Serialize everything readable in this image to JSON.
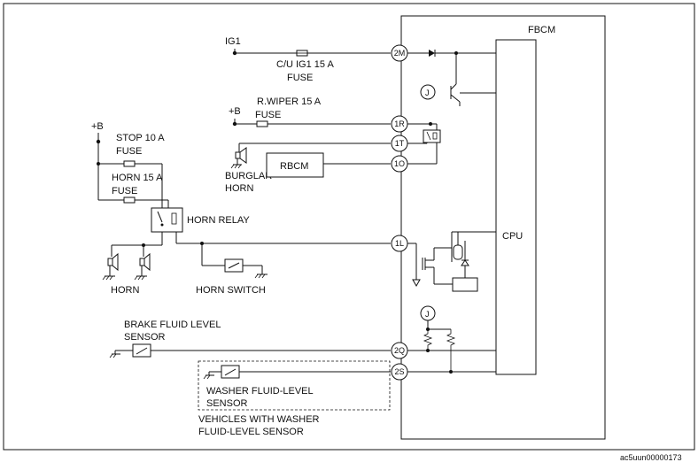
{
  "diagram": {
    "module_name": "FBCM",
    "cpu_label": "CPU",
    "pins": {
      "p2m": "2M",
      "p1r": "1R",
      "p1t": "1T",
      "p1o": "1O",
      "p1l": "1L",
      "p2q": "2Q",
      "p2s": "2S"
    },
    "ig1_label": "IG1",
    "fuse_ig1": [
      "C/U IG1 15 A",
      "FUSE"
    ],
    "plus_b_label": "+B",
    "fuse_rwiper": [
      "R.WIPER 15 A",
      "FUSE"
    ],
    "fuse_stop": [
      "STOP 10 A",
      "FUSE"
    ],
    "fuse_horn": [
      "HORN 15 A",
      "FUSE"
    ],
    "burglar_horn": [
      "BURGLAR",
      "HORN"
    ],
    "rbcm_label": "RBCM",
    "horn_relay_label": "HORN RELAY",
    "horn_label": "HORN",
    "horn_switch_label": "HORN SWITCH",
    "brake_sensor": [
      "BRAKE FLUID LEVEL",
      "SENSOR"
    ],
    "washer_sensor": [
      "WASHER FLUID-LEVEL",
      "SENSOR"
    ],
    "vehicles_note": [
      "VEHICLES WITH WASHER",
      "FLUID-LEVEL SENSOR"
    ],
    "joint_label": "J",
    "figure_code": "ac5uun00000173"
  }
}
